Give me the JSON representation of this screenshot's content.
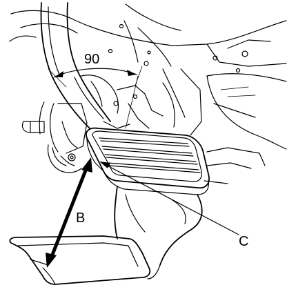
{
  "labels": {
    "angle": "90",
    "distance": "B",
    "pad": "C"
  }
}
